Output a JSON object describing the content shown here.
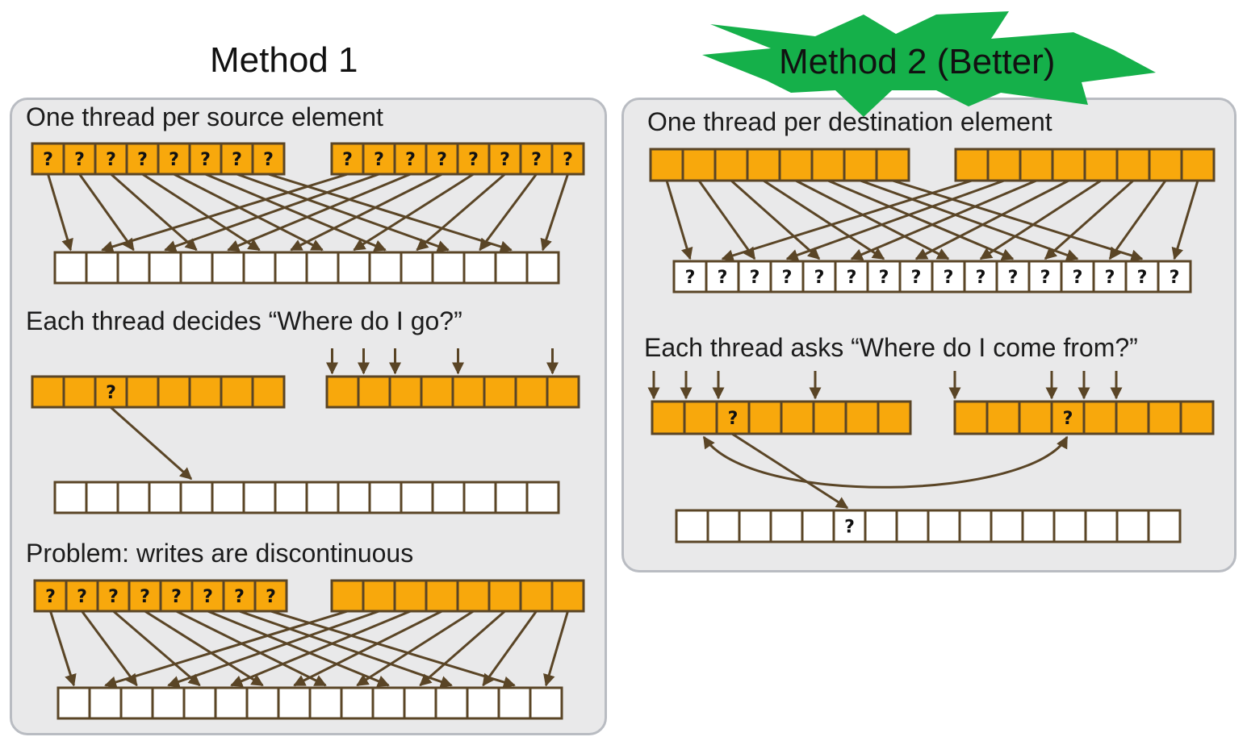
{
  "method1": {
    "title": "Method 1",
    "step1_caption": "One thread per source element",
    "step2_caption": "Each thread decides “Where do I go?”",
    "step3_caption": "Problem: writes are discontinuous"
  },
  "method2": {
    "title": "Method 2 (Better)",
    "step1_caption": "One thread per destination element",
    "step2_caption": "Each thread asks “Where do I come from?”"
  },
  "cell_marker": "?",
  "colors": {
    "source_cell": "#f8a80c",
    "dest_cell": "#ffffff",
    "cell_border": "#5a4526",
    "arrow": "#5a4526",
    "star": "#15b04a",
    "panel_bg": "#e9e9ea",
    "panel_border": "#b9bcc2"
  }
}
